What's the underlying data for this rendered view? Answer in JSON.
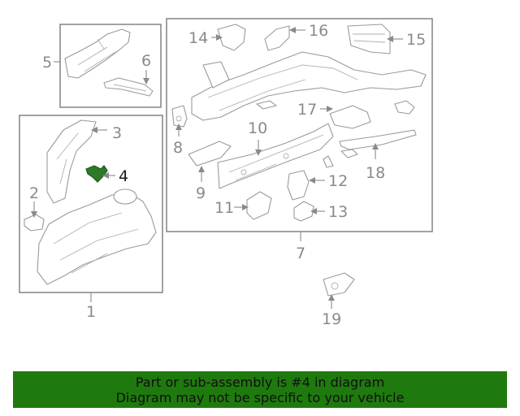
{
  "callouts": {
    "c1": "1",
    "c2": "2",
    "c3": "3",
    "c4": "4",
    "c5": "5",
    "c6": "6",
    "c7": "7",
    "c8": "8",
    "c9": "9",
    "c10": "10",
    "c11": "11",
    "c12": "12",
    "c13": "13",
    "c14": "14",
    "c15": "15",
    "c16": "16",
    "c17": "17",
    "c18": "18",
    "c19": "19"
  },
  "highlighted_part": "4",
  "banner": {
    "line1": "Part or sub-assembly is #4 in diagram",
    "line2": "Diagram may not be specific to your vehicle",
    "background_color": "#1f7a0e"
  },
  "colors": {
    "line_gray": "#8a8a8a",
    "highlight_green": "#2d7a2a"
  }
}
